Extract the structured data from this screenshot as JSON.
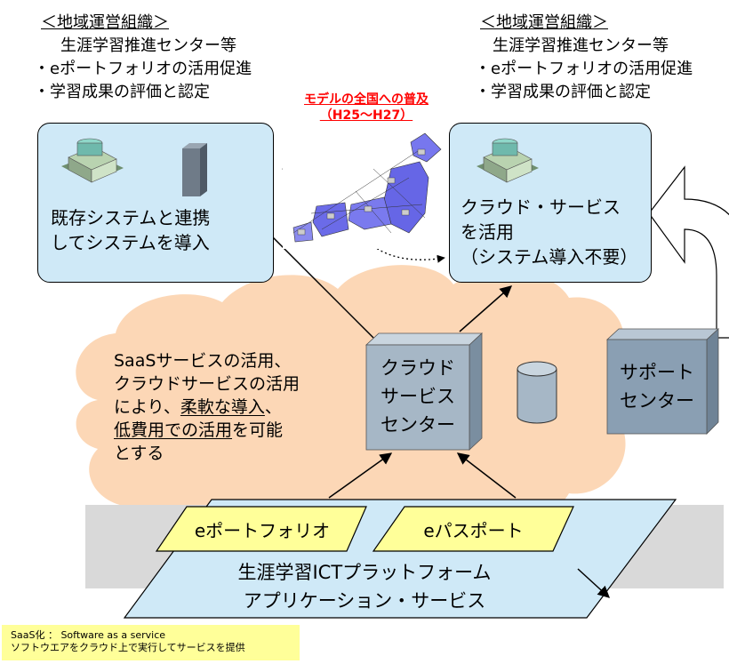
{
  "left_org": {
    "heading": "＜地域運営組織＞",
    "line1": "生涯学習推進センター等",
    "line2": "・eポートフォリオの活用促進",
    "line3": "・学習成果の評価と認定"
  },
  "right_org": {
    "heading": "＜地域運営組織＞",
    "line1": "生涯学習推進センター等",
    "line2": "・eポートフォリオの活用促進",
    "line3": "・学習成果の評価と認定"
  },
  "spread": {
    "line1": "モデルの全国への普及",
    "line2": "（H25〜H27）"
  },
  "left_box": {
    "line1": "既存システムと連携",
    "line2": "してシステムを導入"
  },
  "right_box": {
    "line1": "クラウド・サービス",
    "line2": "を活用",
    "line3": "（システム導入不要）"
  },
  "cloud": {
    "line1": "SaaSサービスの活用、",
    "line2": "クラウドサービスの活用",
    "line3_a": "により、",
    "line3_b": "柔軟な導入",
    "line3_c": "、",
    "line4_a": "低費用での活用",
    "line4_b": "を可能",
    "line5": "とする"
  },
  "cloud_center": {
    "line1": "クラウド",
    "line2": "サービス",
    "line3": "センター"
  },
  "support_center": {
    "line1": "サポート",
    "line2": "センター"
  },
  "platform": {
    "eportfolio": "eポートフォリオ",
    "epassport": "eパスポート",
    "line1": "生涯学習ICTプラットフォーム",
    "line2": "アプリケーション・サービス"
  },
  "note": {
    "line1": "SaaS化 ： Software as a service",
    "line2": "ソフトウエアをクラウド上で実行してサービスを提供"
  },
  "colors": {
    "box_fill": "#cfe9f7",
    "cloud_fill": "#fcd7b6",
    "platform_fill": "#cfe9f7",
    "para_fill": "#ffff99",
    "server_fill": "#8a9fb3",
    "spread_text": "#ff0000",
    "note_fill": "#ffff99"
  }
}
